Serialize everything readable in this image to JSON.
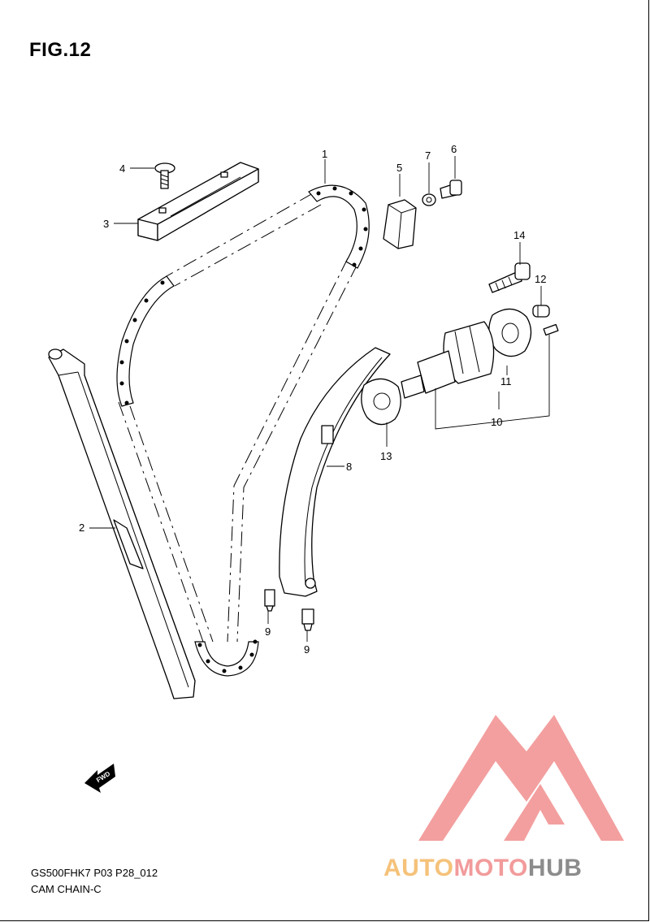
{
  "figure": {
    "title": "FIG.12"
  },
  "callouts": [
    "1",
    "2",
    "3",
    "4",
    "5",
    "6",
    "7",
    "8",
    "9",
    "9",
    "10",
    "11",
    "12",
    "13",
    "14"
  ],
  "footer": {
    "code": "GS500FHK7 P03 P28_012",
    "name": "CAM CHAIN-C"
  },
  "fwd_label": "FWD",
  "watermark": {
    "part1": "AUTO",
    "part2": "MOTO",
    "part3": "HUB",
    "colors": {
      "auto": "#f5c27a",
      "moto": "#f29b9b",
      "hub": "#8c8c8c",
      "logo": "#f08080"
    }
  }
}
